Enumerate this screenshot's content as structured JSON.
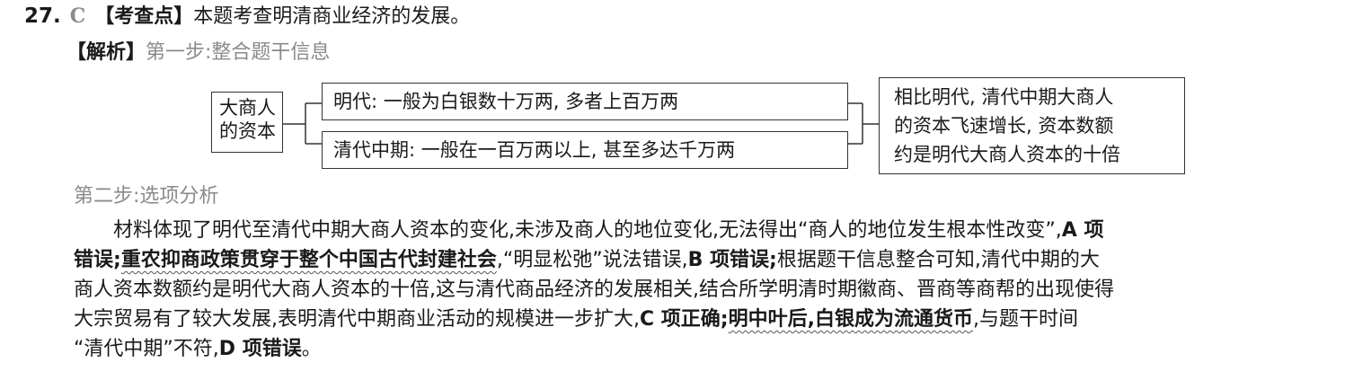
{
  "header": {
    "number": "27.",
    "answer": "C",
    "kaochadian_tag": "【考查点】",
    "kaochadian_text": "本题考查明清商业经济的发展。"
  },
  "analysis": {
    "tag": "【解析】",
    "step1": "第一步:整合题干信息",
    "step2": "第二步:选项分析"
  },
  "diagram": {
    "left_box": [
      "大商人",
      "的资本"
    ],
    "top_box": "明代: 一般为白银数十万两, 多者上百万两",
    "bottom_box": "清代中期: 一般在一百万两以上, 甚至多达千万两",
    "right_box": [
      "相比明代, 清代中期大商人",
      "的资本飞速增长, 资本数额",
      "约是明代大商人资本的十倍"
    ]
  },
  "paragraph": {
    "r1a": "材料体现了明代至清代中期大商人资本的变化,未涉及商人的地位变化,无法得出“商人的地位发生根本性改变”,",
    "r1b": "A 项",
    "r2a": "错误;",
    "r2b": "重农抑商政策贯穿于整个中国古代封建社会",
    "r2c": ",“明显松弛”说法错误,",
    "r2d": "B 项错误;",
    "r2e": "根据题干信息整合可知,清代中期的大",
    "r3": "商人资本数额约是明代大商人资本的十倍,这与清代商品经济的发展相关,结合所学明清时期徽商、晋商等商帮的出现使得",
    "r4a": "大宗贸易有了较大发展,表明清代中期商业活动的规模进一步扩大,",
    "r4b": "C 项正确;",
    "r4c": "明中叶后,白银成为流通货币",
    "r4d": ",与题干时间",
    "r5a": "“清代中期”不符,",
    "r5b": "D 项错误",
    "r5c": "。"
  }
}
